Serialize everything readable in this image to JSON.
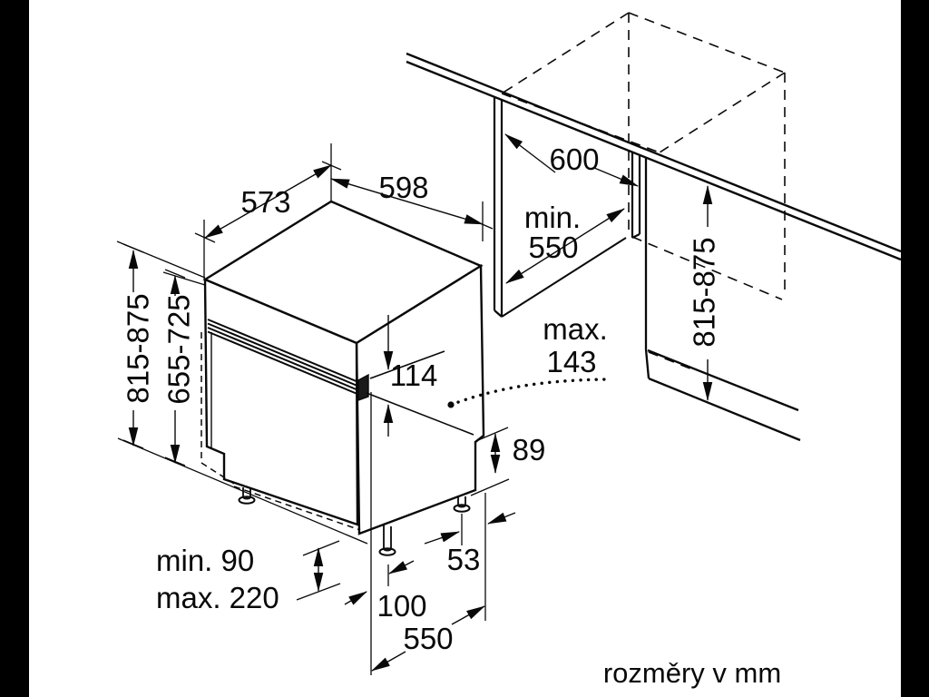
{
  "diagram": {
    "caption": "rozměry v mm",
    "colors": {
      "ink": "#090909",
      "background": "#ffffff",
      "letterbox": "#000000"
    },
    "dimensions": {
      "top_depth": "573",
      "top_width": "598",
      "niche_width": "600",
      "niche_depth_line1": "min.",
      "niche_depth_line2": "550",
      "overall_height_left": "815-875",
      "niche_height": "655-725",
      "overall_height_right": "815-875",
      "control_panel_height": "114",
      "door_protrusion_line1": "max.",
      "door_protrusion_line2": "143",
      "rear_step_height": "89",
      "plinth_min": "min. 90",
      "plinth_max": "max. 220",
      "front_foot_offset": "100",
      "rear_foot_offset": "53",
      "base_depth": "550"
    }
  }
}
